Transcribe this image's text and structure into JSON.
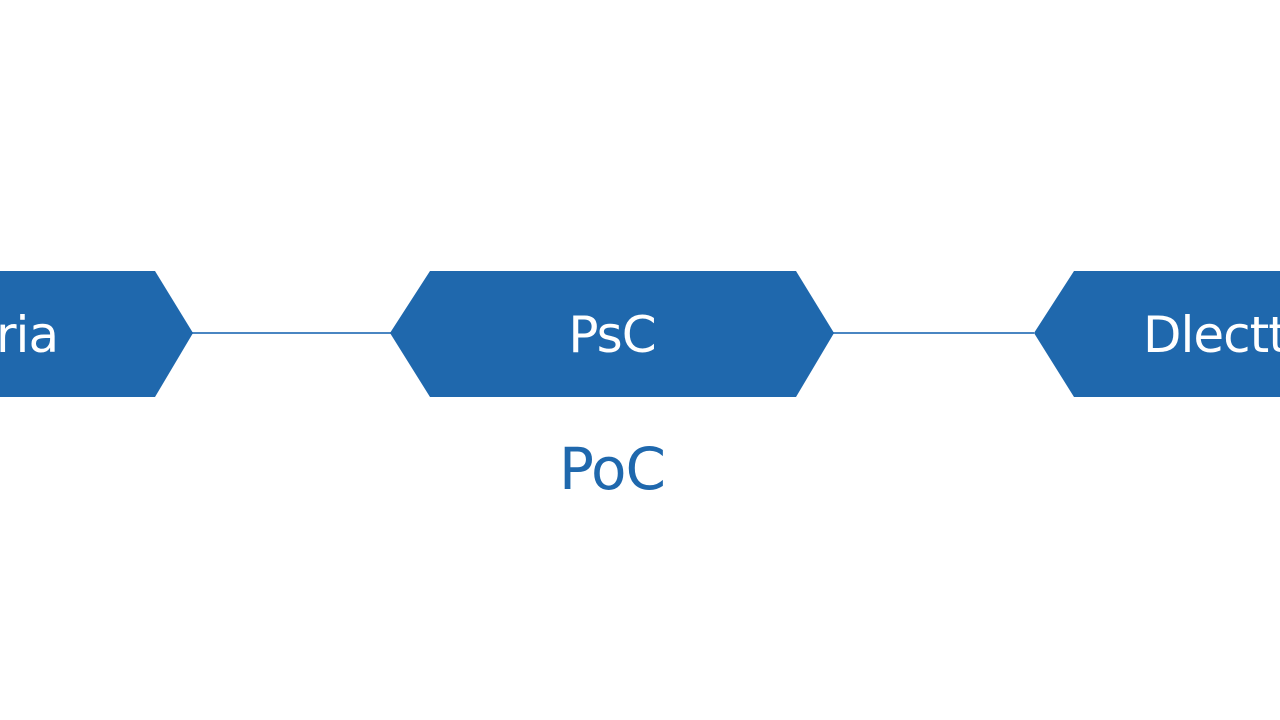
{
  "colors": {
    "node_fill": "#1f68ad",
    "node_text": "#ffffff",
    "connector": "#4a86c2",
    "sub_label": "#1f68ad",
    "background": "#ffffff"
  },
  "nodes": [
    {
      "label": "ria",
      "shape": "hexagon-clipped-left"
    },
    {
      "label": "PsC",
      "shape": "hexagon"
    },
    {
      "label": "Dlectt",
      "shape": "hexagon-clipped-right"
    }
  ],
  "sub_label": "PoC"
}
